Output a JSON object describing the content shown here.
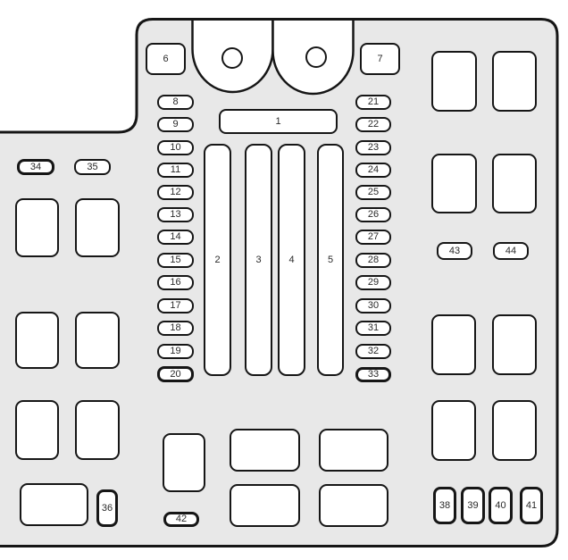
{
  "diagram": {
    "type": "fuse-box-diagram",
    "colors": {
      "panel_fill": "#e8e8e8",
      "outline": "#161616",
      "slot_fill": "#ffffff",
      "label_text": "#2a2a2a",
      "canvas": "#ffffff"
    },
    "labels": {
      "relay_block": "1",
      "vertical_bars": [
        "2",
        "3",
        "4",
        "5"
      ],
      "top_left_box": "6",
      "top_right_box": "7",
      "left_column": [
        "8",
        "9",
        "10",
        "11",
        "12",
        "13",
        "14",
        "15",
        "16",
        "17",
        "18",
        "19",
        "20"
      ],
      "right_column": [
        "21",
        "22",
        "23",
        "24",
        "25",
        "26",
        "27",
        "28",
        "29",
        "30",
        "31",
        "32",
        "33"
      ],
      "left_pair": [
        "34",
        "35"
      ],
      "box_36": "36",
      "bottom_row": [
        "38",
        "39",
        "40",
        "41"
      ],
      "box_42": "42",
      "right_pair": [
        "43",
        "44"
      ]
    }
  }
}
